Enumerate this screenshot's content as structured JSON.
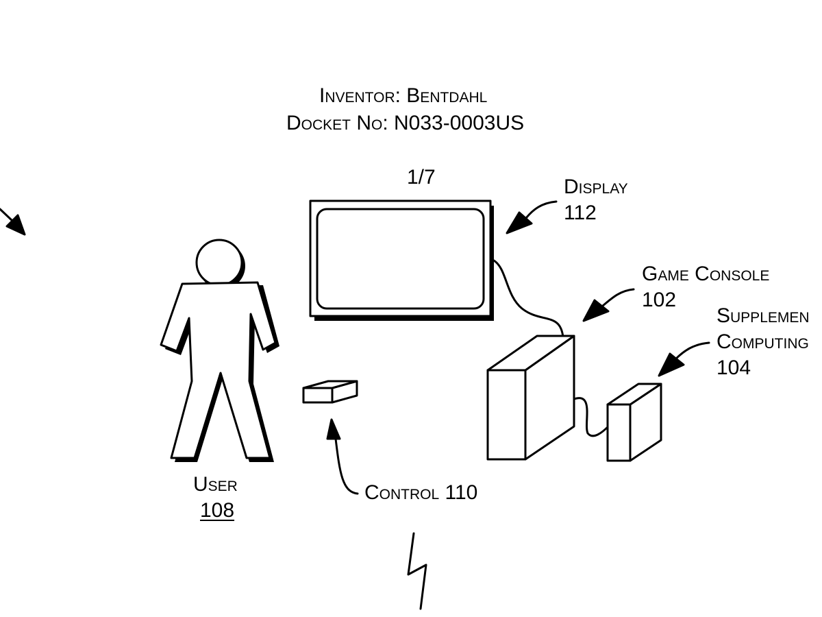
{
  "header": {
    "inventor_line": "Inventor: Bentdahl",
    "docket_line": "Docket No: N033-0003US",
    "sheet_number": "1/7"
  },
  "labels": {
    "display": {
      "name": "Display",
      "ref": "112"
    },
    "game_console": {
      "name": "Game Console",
      "ref": "102"
    },
    "supplemental": {
      "name_line1": "Supplemen",
      "name_line2": "Computing",
      "ref": "104"
    },
    "control": {
      "text": "Control 110"
    },
    "user": {
      "name": "User",
      "ref": "108"
    }
  },
  "colors": {
    "ink": "#000000",
    "paper": "#ffffff"
  },
  "icons": [
    "person-figure",
    "display-monitor",
    "game-console-box",
    "supplemental-box",
    "controller-box",
    "lightning-bolt",
    "pointer-arrow"
  ]
}
